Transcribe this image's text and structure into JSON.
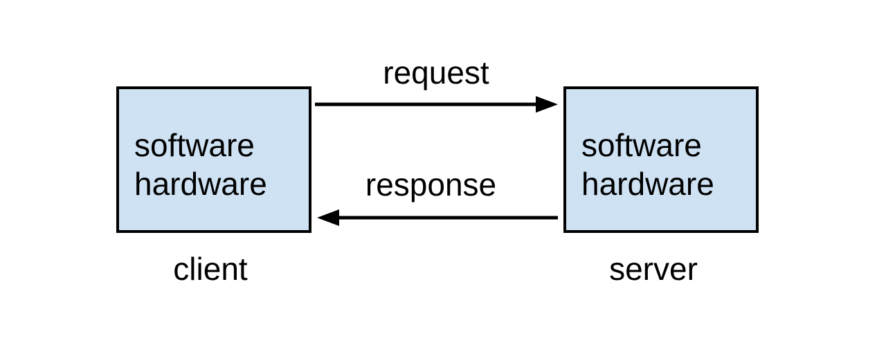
{
  "client": {
    "lines": [
      "software",
      "hardware"
    ],
    "caption": "client"
  },
  "server": {
    "lines": [
      "software",
      "hardware"
    ],
    "caption": "server"
  },
  "arrows": {
    "request_label": "request",
    "response_label": "response"
  },
  "colors": {
    "box_fill": "#cfe2f3",
    "stroke": "#000000"
  }
}
